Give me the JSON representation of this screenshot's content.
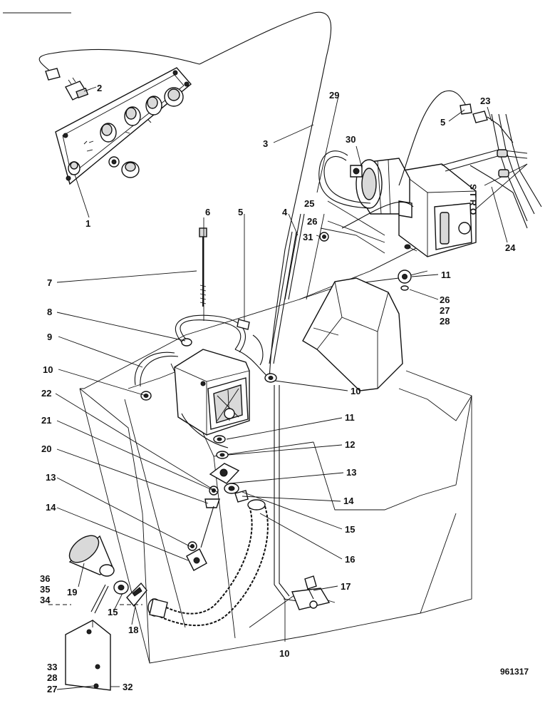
{
  "diagram": {
    "reference_number": "961317",
    "callouts": [
      "1",
      "2",
      "3",
      "4",
      "5",
      "5",
      "6",
      "7",
      "8",
      "9",
      "10",
      "10",
      "10",
      "11",
      "11",
      "12",
      "13",
      "13",
      "14",
      "14",
      "15",
      "15",
      "16",
      "17",
      "18",
      "19",
      "20",
      "21",
      "22",
      "23",
      "24",
      "25",
      "26",
      "26",
      "27",
      "27",
      "28",
      "28",
      "29",
      "30",
      "31",
      "32",
      "33",
      "34",
      "35",
      "36"
    ],
    "panel_text": {
      "heater_label": "S T R O"
    }
  }
}
